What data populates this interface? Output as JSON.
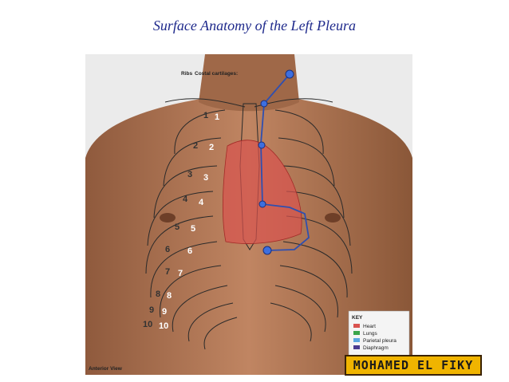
{
  "title": "Surface Anatomy of the Left Pleura",
  "figure": {
    "header_ribs": "Ribs",
    "header_costal": "Costal cartilages:",
    "footer": "Anterior View",
    "rib_numbers": [
      "1",
      "2",
      "3",
      "4",
      "5",
      "6",
      "7",
      "8",
      "9",
      "10"
    ],
    "key": {
      "title": "KEY",
      "items": [
        {
          "label": "Heart",
          "color": "#d9534f"
        },
        {
          "label": "Lungs",
          "color": "#3aa54a"
        },
        {
          "label": "Parietal pleura",
          "color": "#5aa6e0"
        },
        {
          "label": "Diaphragm",
          "color": "#4a3b8f"
        }
      ]
    },
    "colors": {
      "skin": "#b97a57",
      "heart": "#d9534f",
      "pleura_line": "#2f4fb0",
      "marker": "#3d6fe0"
    }
  },
  "author": "MOHAMED EL FIKY"
}
